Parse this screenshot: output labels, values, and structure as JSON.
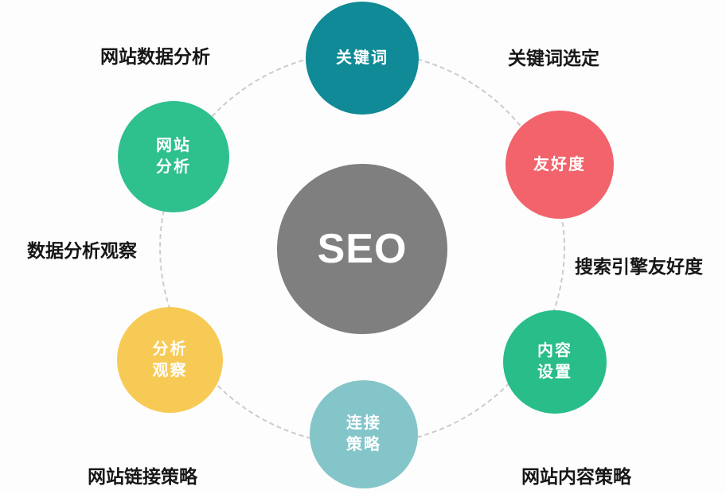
{
  "diagram": {
    "center": {
      "label": "SEO",
      "color": "#7f7f7f",
      "text_color": "#ffffff"
    },
    "nodes": [
      {
        "id": "keywords",
        "lines": [
          "关键词"
        ],
        "color": "#0f8a96"
      },
      {
        "id": "friendliness",
        "lines": [
          "友好度"
        ],
        "color": "#f2636b"
      },
      {
        "id": "content-setting",
        "lines": [
          "内容",
          "设置"
        ],
        "color": "#28bd89"
      },
      {
        "id": "link-strategy",
        "lines": [
          "连接",
          "策略"
        ],
        "color": "#84c5c9"
      },
      {
        "id": "analysis-observation",
        "lines": [
          "分析",
          "观察"
        ],
        "color": "#f7ca55"
      },
      {
        "id": "site-analysis",
        "lines": [
          "网站",
          "分析"
        ],
        "color": "#2ec08d"
      }
    ],
    "labels": [
      {
        "id": "site-data-analysis",
        "text": "网站数据分析"
      },
      {
        "id": "keyword-selection",
        "text": "关键词选定"
      },
      {
        "id": "data-analysis-observation",
        "text": "数据分析观察"
      },
      {
        "id": "search-engine-friendliness",
        "text": "搜索引擎友好度"
      },
      {
        "id": "site-link-strategy",
        "text": "网站链接策略"
      },
      {
        "id": "site-content-strategy",
        "text": "网站内容策略"
      }
    ]
  }
}
